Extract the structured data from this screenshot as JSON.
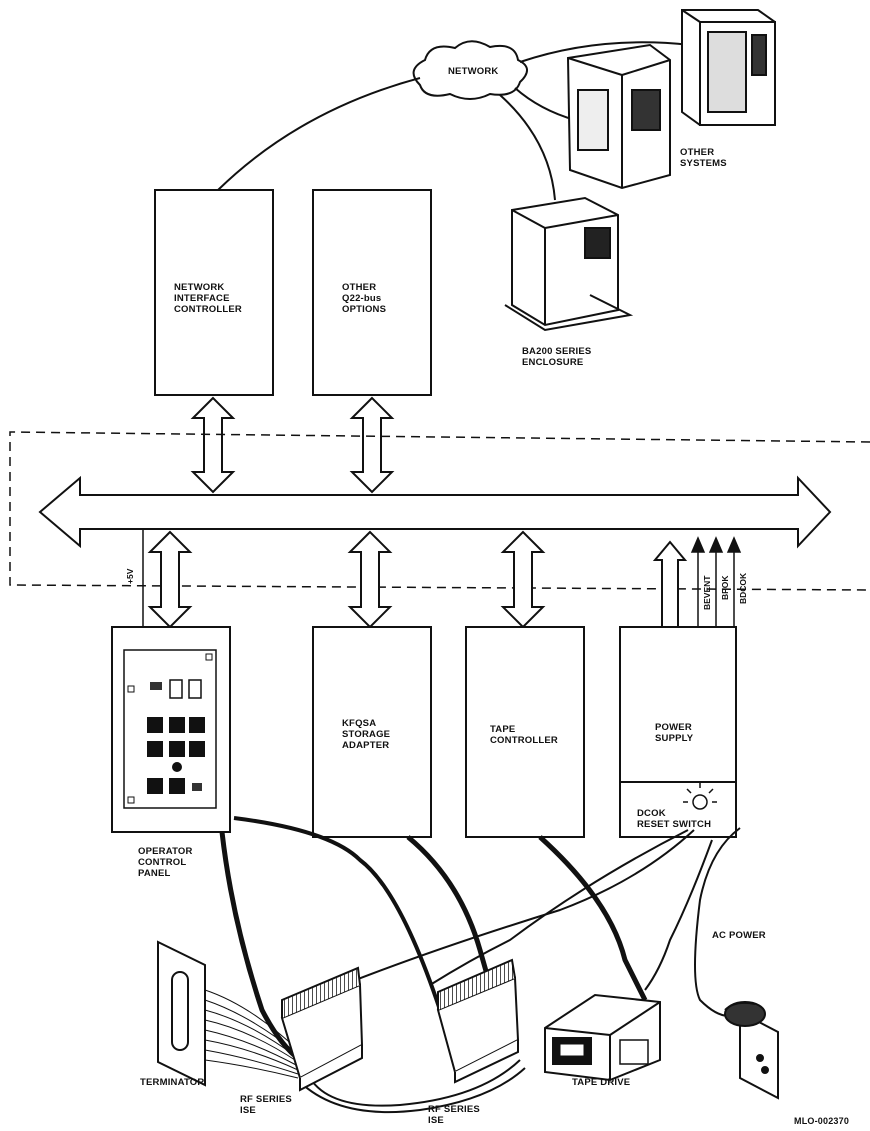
{
  "labels": {
    "network": "NETWORK",
    "other_systems": [
      "OTHER",
      "SYSTEMS"
    ],
    "network_interface_controller": [
      "NETWORK",
      "INTERFACE",
      "CONTROLLER"
    ],
    "other_q22_options": [
      "OTHER",
      "Q22-bus",
      "OPTIONS"
    ],
    "ba200_enclosure": [
      "BA200 SERIES",
      "ENCLOSURE"
    ],
    "plus_5v": "+5V",
    "bevent": "BEVENT",
    "bpok": "BPOK",
    "bdcok": "BDCOK",
    "kfqsa": [
      "KFQSA",
      "STORAGE",
      "ADAPTER"
    ],
    "tape_controller": [
      "TAPE",
      "CONTROLLER"
    ],
    "power_supply": [
      "POWER",
      "SUPPLY"
    ],
    "dcok_reset": [
      "DCOK",
      "RESET SWITCH"
    ],
    "operator_panel": [
      "OPERATOR",
      "CONTROL",
      "PANEL"
    ],
    "ac_power": "AC POWER",
    "terminator": "TERMINATOR",
    "rf_ise_1": [
      "RF SERIES",
      "ISE"
    ],
    "rf_ise_2": [
      "RF SERIES",
      "ISE"
    ],
    "tape_drive": "TAPE DRIVE",
    "figure_id": "MLO-002370"
  }
}
